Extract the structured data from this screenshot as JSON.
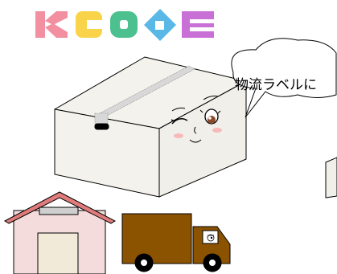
{
  "logo": {
    "text": "KCODE",
    "letters": [
      "K",
      "C",
      "O",
      "D",
      "E"
    ],
    "colors": {
      "K": "#f28fa0",
      "C": "#f9d44a",
      "O": "#4cc08e",
      "D": "#5ab8e6",
      "E": "#c870d6"
    }
  },
  "speech_bubble": {
    "text": "物流ラベルに"
  },
  "colors": {
    "box_fill": "#f4f2ec",
    "box_side": "#f1efe9",
    "outline": "#000000",
    "warehouse_wall": "#f5dcdc",
    "warehouse_roof": "#e07b7b",
    "warehouse_window": "#cfcfcf",
    "warehouse_door": "#f2ead8",
    "truck_body": "#8b5200",
    "tire": "#000000",
    "hubcap": "#ffffff",
    "blush": "#f8b9b9",
    "iris": "#8b4a2b"
  }
}
